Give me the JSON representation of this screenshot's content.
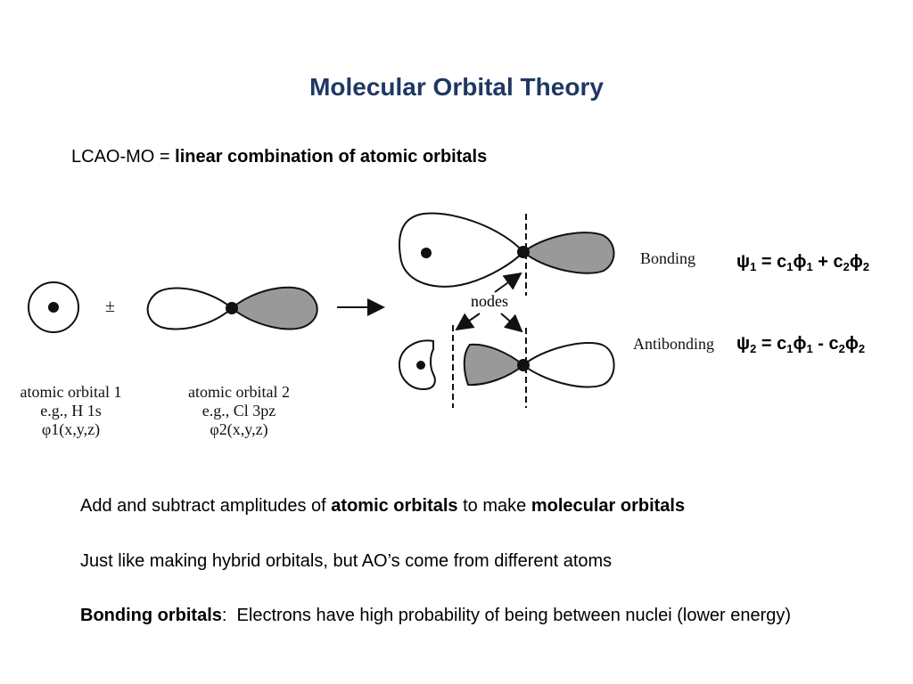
{
  "title": "Molecular Orbital Theory",
  "lcao": {
    "prefix": "LCAO-MO = ",
    "definition": "linear combination of atomic orbitals"
  },
  "diagram": {
    "operator": "±",
    "nodes_label": "nodes",
    "bonding_label": "Bonding",
    "antibonding_label": "Antibonding",
    "ao1": {
      "name": "atomic orbital 1",
      "example": "e.g., H 1s",
      "function": "φ1(x,y,z)"
    },
    "ao2": {
      "name": "atomic orbital 2",
      "example": "e.g., Cl 3pz",
      "function": "φ2(x,y,z)"
    }
  },
  "equations": {
    "bonding": {
      "psi": "ψ",
      "psi_sub": "1",
      "c1": "c",
      "c1_sub": "1",
      "phi1": "ϕ",
      "phi1_sub": "1",
      "op": " + ",
      "c2": "c",
      "c2_sub": "2",
      "phi2": "ϕ",
      "phi2_sub": "2"
    },
    "antibonding": {
      "psi": "ψ",
      "psi_sub": "2",
      "c1": "c",
      "c1_sub": "1",
      "phi1": "ϕ",
      "phi1_sub": "1",
      "op": " - ",
      "c2": "c",
      "c2_sub": "2",
      "phi2": "ϕ",
      "phi2_sub": "2"
    }
  },
  "bullets": {
    "b1_pre": "Add and subtract amplitudes of ",
    "b1_bold1": "atomic orbitals",
    "b1_mid": " to make ",
    "b1_bold2": "molecular orbitals",
    "b2": "Just like making hybrid orbitals, but AO’s come from different atoms",
    "b3_bold": "Bonding orbitals",
    "b3_rest": ":  Electrons have high probability of being between nuclei (lower energy)"
  },
  "colors": {
    "title": "#1f3864",
    "shaded_lobe": "#999999"
  }
}
